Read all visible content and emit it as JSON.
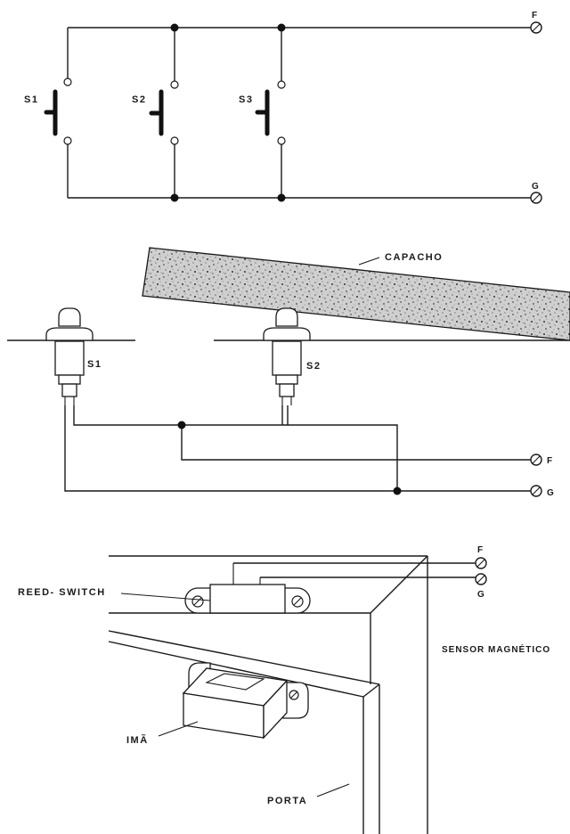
{
  "schematic": {
    "switch_labels": [
      "S1",
      "S2",
      "S3"
    ],
    "terminal_labels": [
      "F",
      "G"
    ]
  },
  "mat_section": {
    "mat_label": "CAPACHO",
    "switch_labels": [
      "S1",
      "S2"
    ],
    "terminal_labels": [
      "F",
      "G"
    ]
  },
  "door_section": {
    "reed_label": "REED- SWITCH",
    "magnet_label": "IMÃ",
    "door_label": "PORTA",
    "title": "SENSOR MAGNÉTICO",
    "terminal_labels": [
      "F",
      "G"
    ]
  }
}
